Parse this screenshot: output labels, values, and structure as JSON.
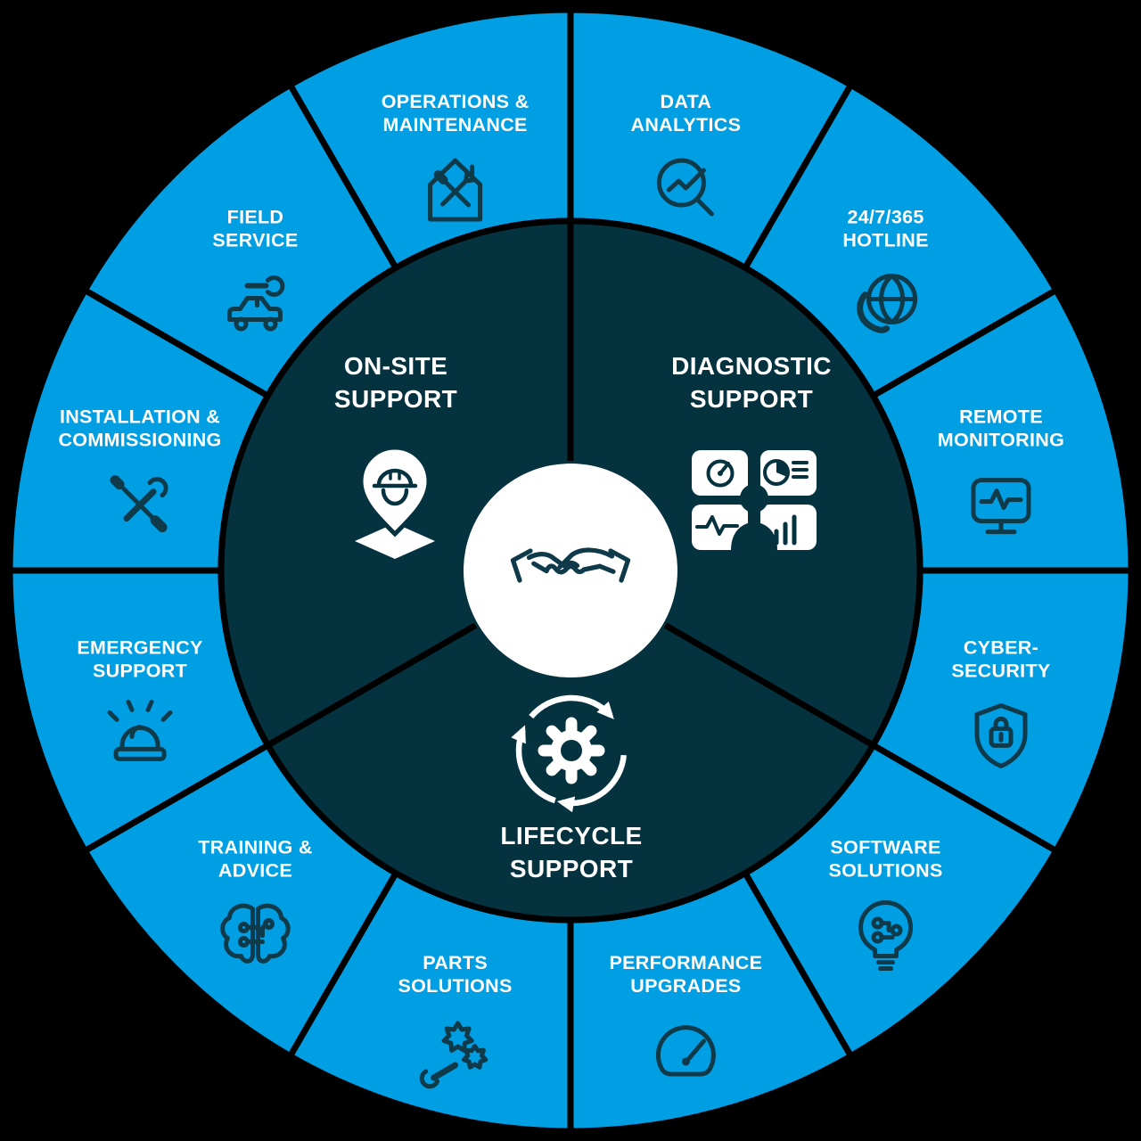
{
  "colors": {
    "background": "#000000",
    "segment_blue": "#009EE2",
    "core_navy": "#05323F",
    "icon_stroke": "#0E3A4A",
    "divider": "#000000",
    "label_text": "#FFFFFF",
    "center_circle": "#FFFFFF"
  },
  "center": {
    "icon": "handshake-icon"
  },
  "inner_sectors": [
    {
      "label": "ON-SITE SUPPORT",
      "lines": [
        "ON-SITE",
        "SUPPORT"
      ],
      "icon": "worker-pin-icon"
    },
    {
      "label": "DIAGNOSTIC SUPPORT",
      "lines": [
        "DIAGNOSTIC",
        "SUPPORT"
      ],
      "icon": "dashboard-person-icon"
    },
    {
      "label": "LIFECYCLE SUPPORT",
      "lines": [
        "LIFECYCLE",
        "SUPPORT"
      ],
      "icon": "gear-cycle-icon"
    }
  ],
  "outer_segments": [
    {
      "label": "OPERATIONS & MAINTENANCE",
      "lines": [
        "OPERATIONS &",
        "MAINTENANCE"
      ],
      "icon": "house-tools-icon"
    },
    {
      "label": "DATA ANALYTICS",
      "lines": [
        "DATA",
        "ANALYTICS"
      ],
      "icon": "chart-magnifier-icon"
    },
    {
      "label": "24/7/365 HOTLINE",
      "lines": [
        "24/7/365",
        "HOTLINE"
      ],
      "icon": "globe-phone-icon"
    },
    {
      "label": "REMOTE MONITORING",
      "lines": [
        "REMOTE",
        "MONITORING"
      ],
      "icon": "monitor-pulse-icon"
    },
    {
      "label": "CYBER-SECURITY",
      "lines": [
        "CYBER-",
        "SECURITY"
      ],
      "icon": "shield-lock-icon"
    },
    {
      "label": "SOFTWARE SOLUTIONS",
      "lines": [
        "SOFTWARE",
        "SOLUTIONS"
      ],
      "icon": "bulb-circuit-icon"
    },
    {
      "label": "PERFORMANCE UPGRADES",
      "lines": [
        "PERFORMANCE",
        "UPGRADES"
      ],
      "icon": "speedometer-icon"
    },
    {
      "label": "PARTS SOLUTIONS",
      "lines": [
        "PARTS",
        "SOLUTIONS"
      ],
      "icon": "gears-wrench-icon"
    },
    {
      "label": "TRAINING & ADVICE",
      "lines": [
        "TRAINING &",
        "ADVICE"
      ],
      "icon": "brain-circuit-icon"
    },
    {
      "label": "EMERGENCY SUPPORT",
      "lines": [
        "EMERGENCY",
        "SUPPORT"
      ],
      "icon": "siren-icon"
    },
    {
      "label": "INSTALLATION & COMMISSIONING",
      "lines": [
        "INSTALLATION &",
        "COMMISSIONING"
      ],
      "icon": "screwdriver-wrench-icon"
    },
    {
      "label": "FIELD SERVICE",
      "lines": [
        "FIELD",
        "SERVICE"
      ],
      "icon": "car-wrench-icon"
    }
  ]
}
